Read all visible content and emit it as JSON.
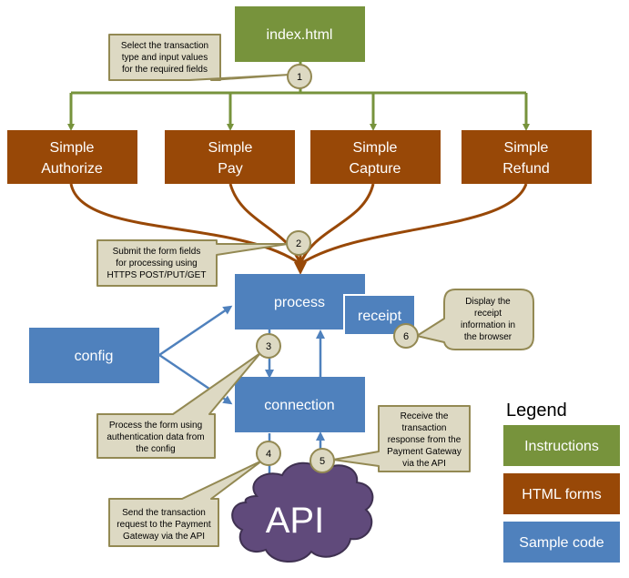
{
  "colors": {
    "instructions": "#77933c",
    "html_forms": "#984807",
    "sample_code": "#4f81bd",
    "callout_fill": "#ddd9c3",
    "callout_stroke": "#938953",
    "api_cloud": "#604a7b"
  },
  "boxes": {
    "index": "index.html",
    "authorize": [
      "Simple",
      "Authorize"
    ],
    "pay": [
      "Simple",
      "Pay"
    ],
    "capture": [
      "Simple",
      "Capture"
    ],
    "refund": [
      "Simple",
      "Refund"
    ],
    "process": "process",
    "receipt": "receipt",
    "config": "config",
    "connection": "connection",
    "api": "API"
  },
  "callouts": {
    "c1": {
      "number": "1",
      "lines": [
        "Select the transaction",
        "type and  input values",
        "for the required fields"
      ]
    },
    "c2": {
      "number": "2",
      "lines": [
        "Submit  the form fields",
        "for processing using",
        "HTTPS  POST/PUT/GET"
      ]
    },
    "c3": {
      "number": "3",
      "lines": [
        "Process the form using",
        "authentication data from",
        "the config"
      ]
    },
    "c4": {
      "number": "4",
      "lines": [
        "Send the transaction",
        "request to the Payment",
        "Gateway via the API"
      ]
    },
    "c5": {
      "number": "5",
      "lines": [
        "Receive the",
        "transaction",
        "response from the",
        "Payment Gateway",
        "via the API"
      ]
    },
    "c6": {
      "number": "6",
      "lines": [
        "Display the",
        "receipt",
        "information in",
        "the browser"
      ]
    }
  },
  "legend": {
    "title": "Legend",
    "instructions": "Instructions",
    "html_forms": "HTML forms",
    "sample_code": "Sample code"
  }
}
